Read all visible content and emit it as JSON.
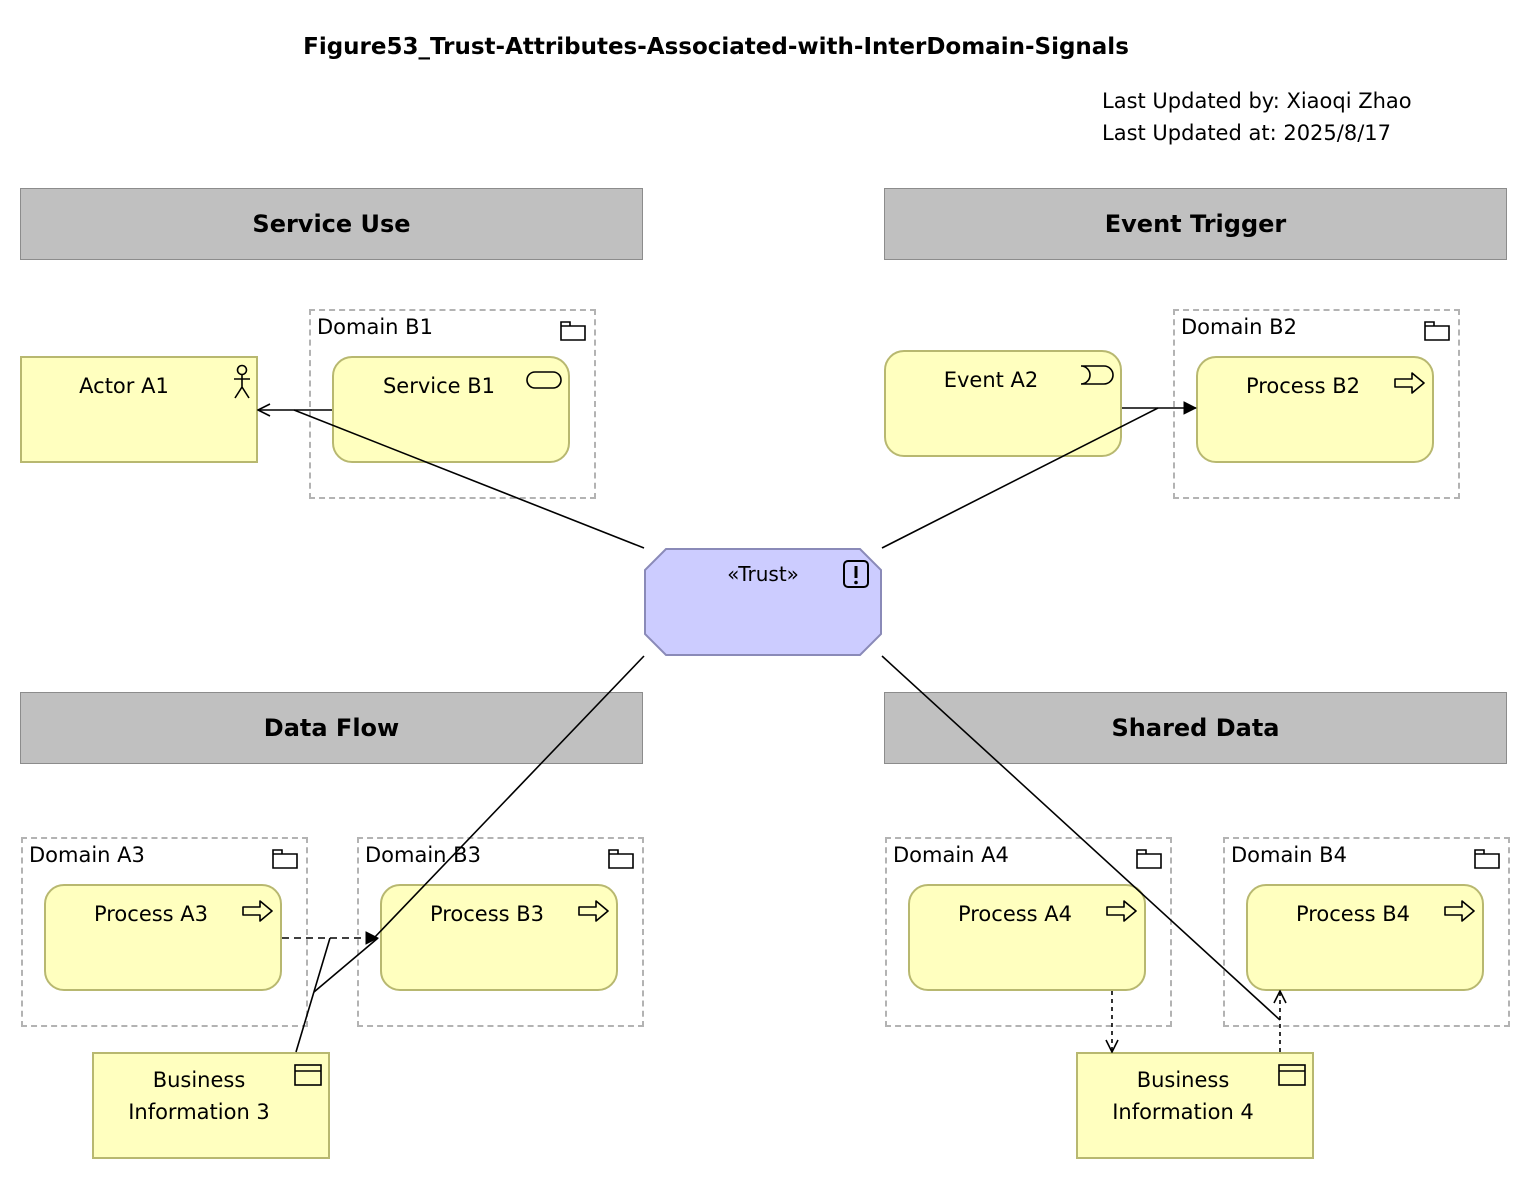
{
  "title": "Figure53_Trust-Attributes-Associated-with-InterDomain-Signals",
  "meta": {
    "updated_by": "Last Updated by: Xiaoqi Zhao",
    "updated_at": "Last Updated at: 2025/8/17"
  },
  "sections": {
    "service_use": "Service Use",
    "event_trigger": "Event Trigger",
    "data_flow": "Data Flow",
    "shared_data": "Shared Data"
  },
  "domains": {
    "b1": "Domain B1",
    "b2": "Domain B2",
    "a3": "Domain A3",
    "b3": "Domain B3",
    "a4": "Domain A4",
    "b4": "Domain B4"
  },
  "elements": {
    "actor_a1": "Actor A1",
    "service_b1": "Service B1",
    "event_a2": "Event A2",
    "process_b2": "Process B2",
    "process_a3": "Process A3",
    "process_b3": "Process B3",
    "process_a4": "Process A4",
    "process_b4": "Process B4",
    "business_info_3": [
      "Business",
      "Information 3"
    ],
    "business_info_4": [
      "Business",
      "Information 4"
    ],
    "trust": "«Trust»"
  },
  "icons": {
    "domain": "folder-icon",
    "actor": "actor-icon",
    "service": "service-icon",
    "event": "event-icon",
    "process": "process-arrow-icon",
    "business_object": "business-object-icon",
    "trust": "exclamation-icon"
  },
  "colors": {
    "section_band": "#c0c0c0",
    "element_fill": "#ffffbf",
    "trust_fill": "#ccccff",
    "domain_border": "#b3b3b3"
  }
}
